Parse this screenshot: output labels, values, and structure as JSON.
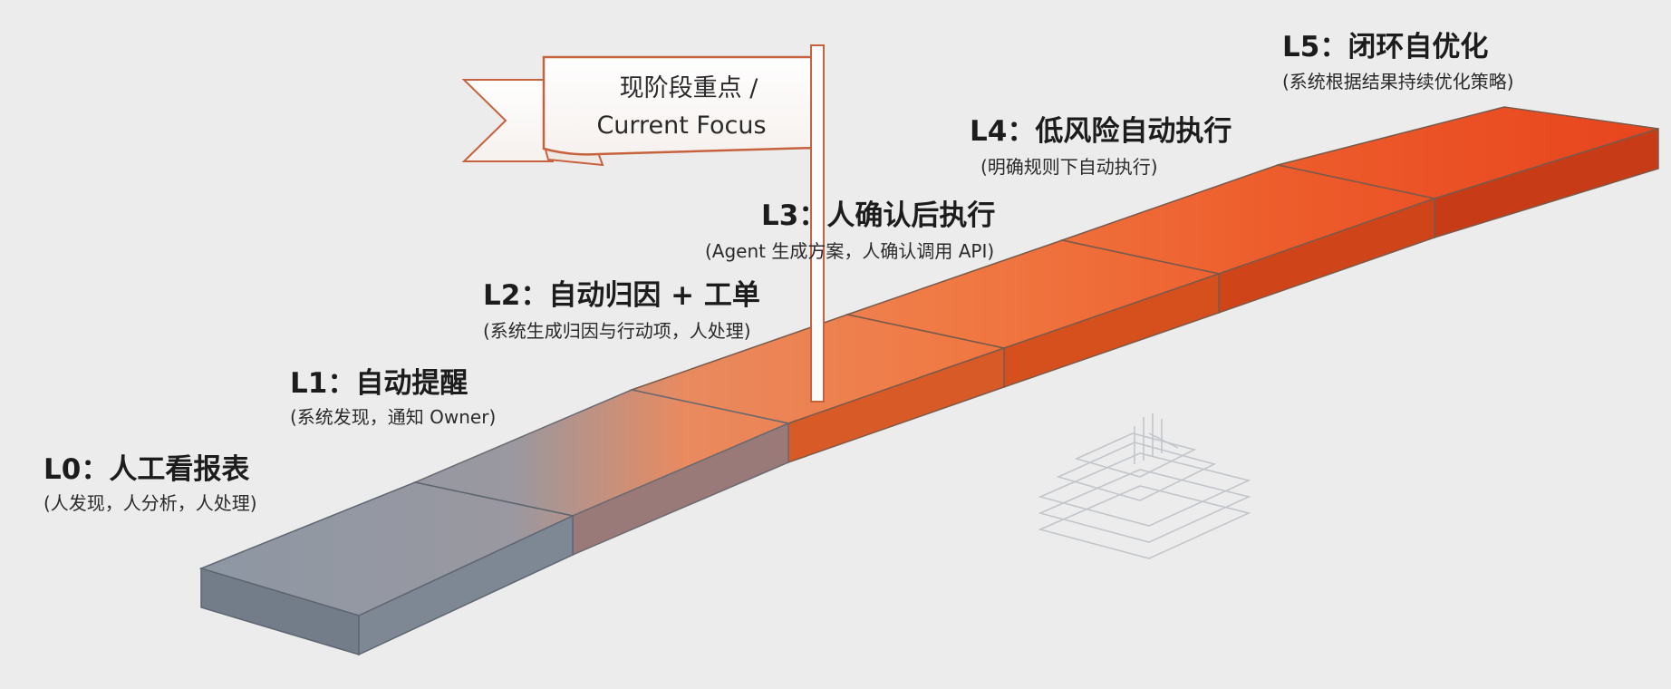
{
  "flag": {
    "line1": "现阶段重点 /",
    "line2": "Current Focus"
  },
  "levels": [
    {
      "id": "L0",
      "title": "L0：人工看报表",
      "subtitle": "(人发现，人分析，人处理)"
    },
    {
      "id": "L1",
      "title": "L1：自动提醒",
      "subtitle": "(系统发现，通知 Owner)"
    },
    {
      "id": "L2",
      "title": "L2：自动归因 + 工单",
      "subtitle": "(系统生成归因与行动项，人处理)"
    },
    {
      "id": "L3",
      "title": "L3：人确认后执行",
      "subtitle": "(Agent 生成方案，人确认调用 API)"
    },
    {
      "id": "L4",
      "title": "L4：低风险自动执行",
      "subtitle": "(明确规则下自动执行)"
    },
    {
      "id": "L5",
      "title": "L5：闭环自优化",
      "subtitle": "(系统根据结果持续优化策略)"
    }
  ],
  "colors": {
    "gray": "#8c96a3",
    "orange": "#ee5f2b",
    "deep_orange": "#e8431c",
    "flag_border": "#c7623f"
  }
}
